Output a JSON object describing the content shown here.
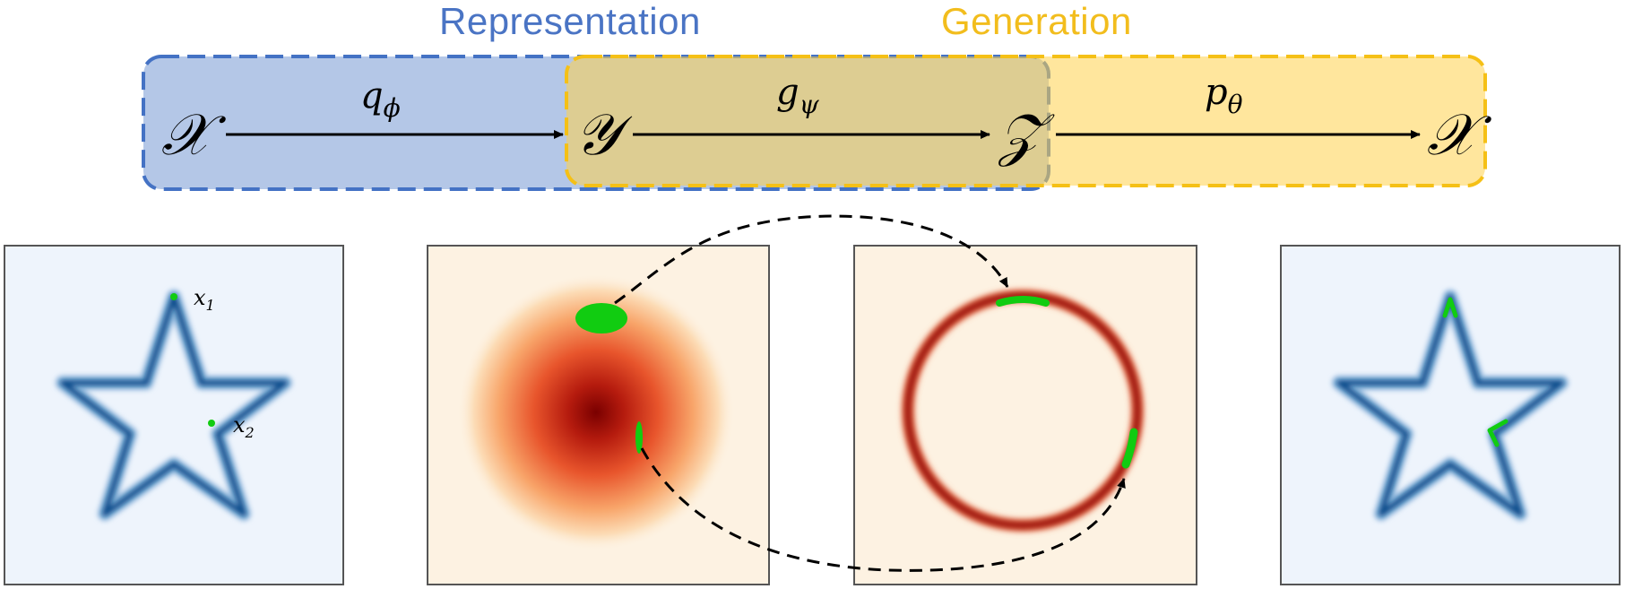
{
  "header": {
    "representation_label": "Representation",
    "generation_label": "Generation"
  },
  "pipeline": {
    "nodes": [
      {
        "id": "x_in",
        "symbol": "𝒳"
      },
      {
        "id": "y",
        "symbol": "𝒴"
      },
      {
        "id": "z",
        "symbol": "𝒵"
      },
      {
        "id": "x_out",
        "symbol": "𝒳"
      }
    ],
    "arrows": [
      {
        "id": "q",
        "base": "q",
        "sub": "ϕ"
      },
      {
        "id": "g",
        "base": "g",
        "sub": "ψ"
      },
      {
        "id": "p",
        "base": "p",
        "sub": "θ"
      }
    ]
  },
  "panels": {
    "star_input": {
      "points": [
        {
          "base": "x",
          "sub": "1"
        },
        {
          "base": "x",
          "sub": "2"
        }
      ]
    }
  },
  "colors": {
    "representation_fill": "#b4c7e7",
    "representation_border": "#4472c4",
    "generation_fill": "#ffe599",
    "generation_border": "#f5c016",
    "overlap_fill": "#d1c595",
    "star_stroke": "#0d4d8c",
    "panel_bg_blue": "#eef4fc",
    "panel_bg_warm": "#fdf2e2",
    "highlight_green": "#11cc11",
    "ring_color": "#8a0000"
  }
}
